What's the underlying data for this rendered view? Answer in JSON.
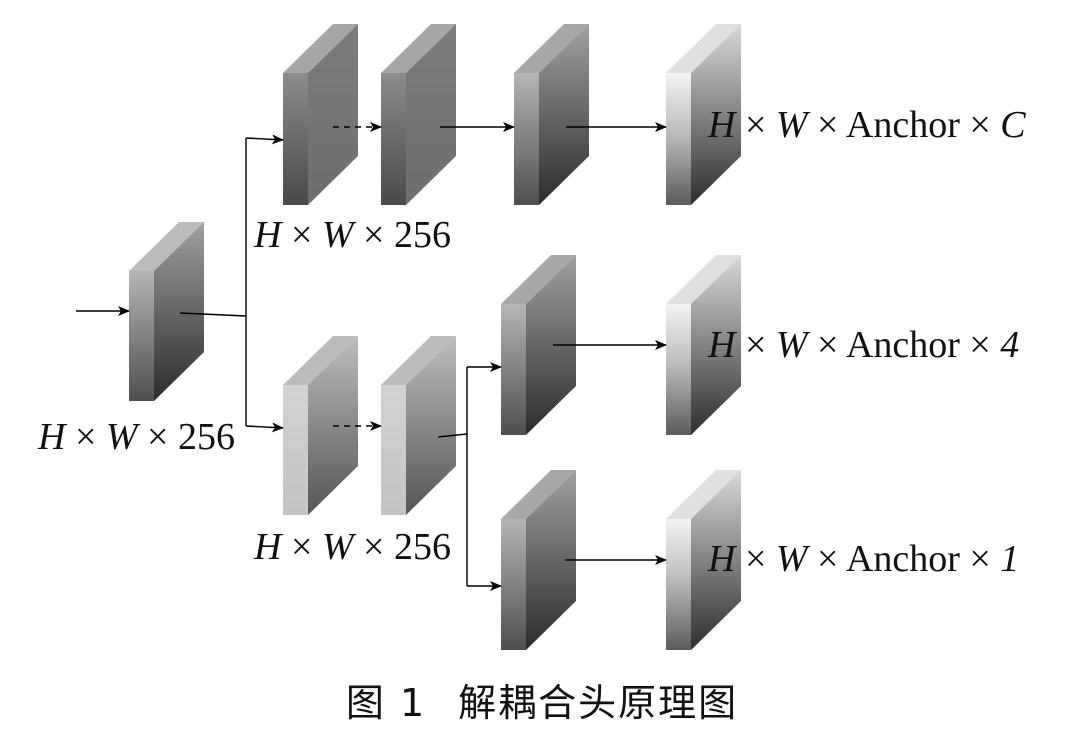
{
  "figure": {
    "caption_label": "图 1",
    "caption_text": "解耦合头原理图"
  },
  "labels": {
    "input": {
      "h": "H",
      "times1": "×",
      "w": "W",
      "rest": "× 256"
    },
    "top_branch": {
      "h": "H",
      "times1": "×",
      "w": "W",
      "rest": "× 256"
    },
    "bottom_branch": {
      "h": "H",
      "times1": "×",
      "w": "W",
      "rest": "× 256"
    },
    "cls_output": {
      "h": "H",
      "times1": "×",
      "w": "W",
      "mid": "× Anchor ×",
      "tail": "C"
    },
    "reg_output": {
      "h": "H",
      "times1": "×",
      "w": "W",
      "mid": "× Anchor ×",
      "tail": "4"
    },
    "obj_output": {
      "h": "H",
      "times1": "×",
      "w": "W",
      "mid": "× Anchor ×",
      "tail": "1"
    }
  },
  "colors": {
    "line": "#000000",
    "block_dark_top": "#8a8a8a",
    "block_light_top": "#dedede"
  }
}
